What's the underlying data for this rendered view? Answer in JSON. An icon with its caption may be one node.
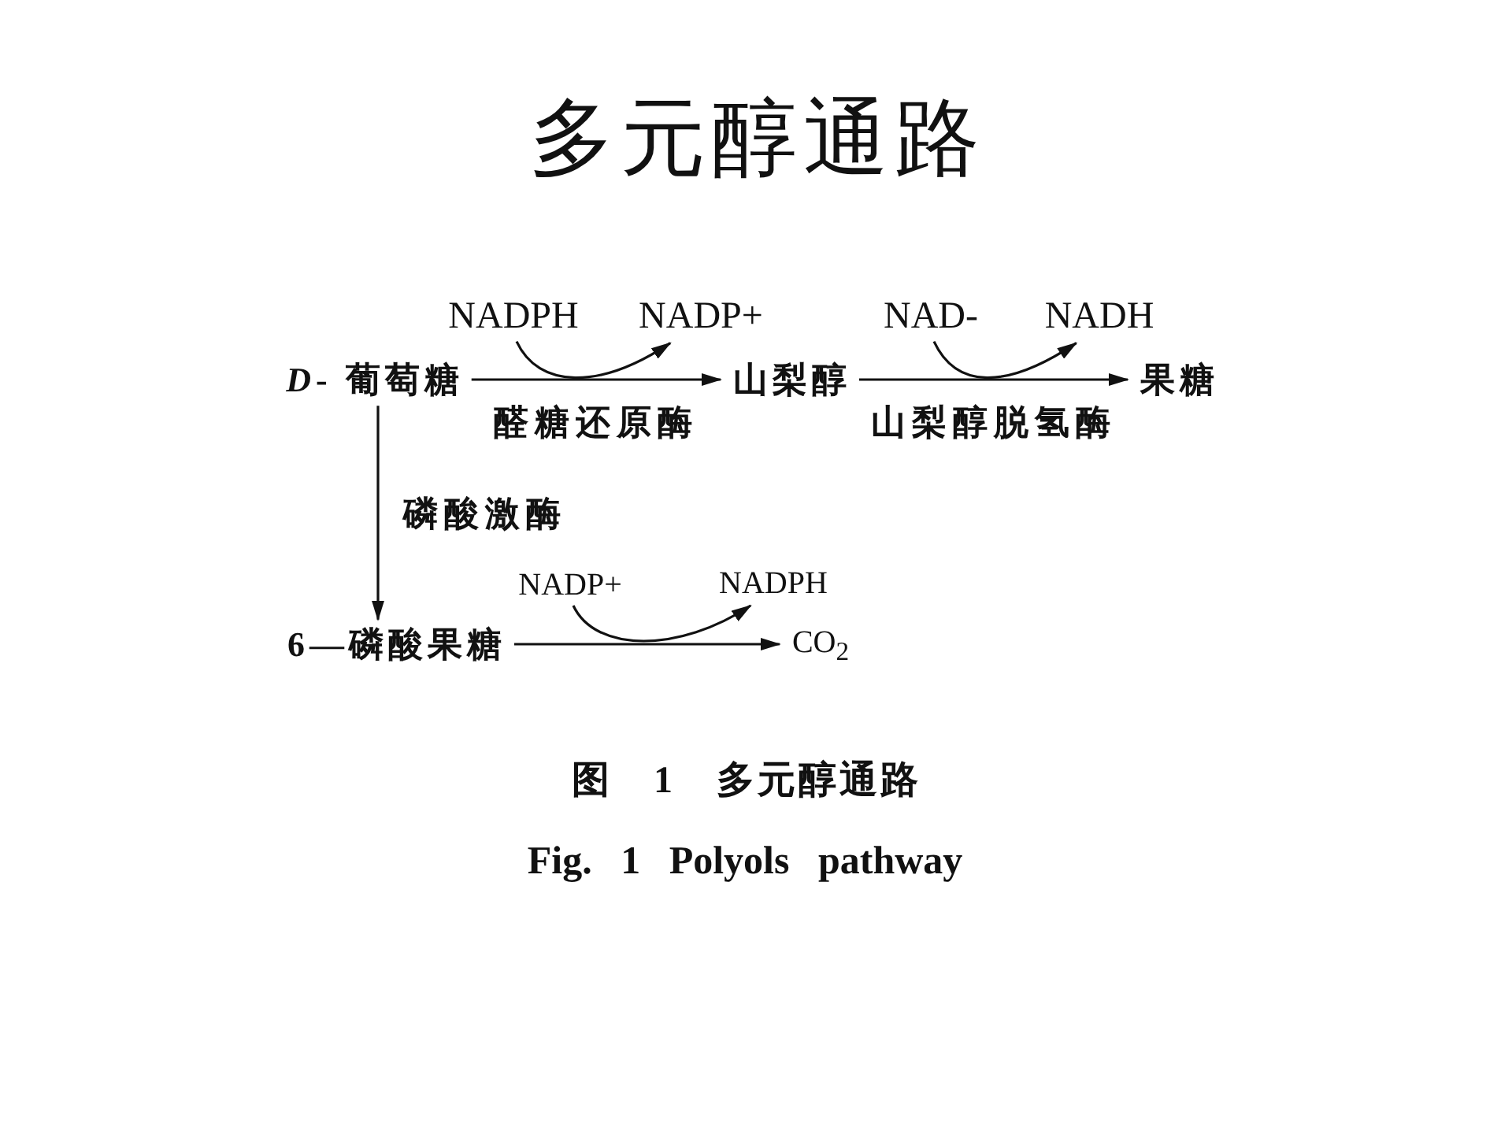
{
  "diagram": {
    "title": "多元醇通路",
    "caption": "图 1 多元醇通路",
    "nodes": [
      {
        "text": [
          "*D*- 葡萄糖"
        ]
      },
      {
        "text": [
          "山梨醇"
        ]
      },
      {
        "text": [
          "果糖"
        ]
      },
      {
        "text": [
          "6—磷酸果糖"
        ]
      },
      {
        "text": [
          "CO$_{2}$"
        ]
      },
      {
        "text": [
          "NADPH"
        ]
      },
      {
        "text": [
          "NADP+"
        ]
      },
      {
        "text": [
          "NAD-"
        ]
      },
      {
        "text": [
          "NADH"
        ]
      },
      {
        "text": [
          "NADP+"
        ]
      },
      {
        "text": [
          "NADPH"
        ]
      }
    ],
    "edges": [
      {
        "from": 0,
        "to": 1,
        "arrow": "to",
        "label": "醛糖还原酶"
      },
      {
        "from": 1,
        "to": 2,
        "arrow": "to",
        "label": "山梨醇脱氢酶"
      },
      {
        "from": 0,
        "to": 3,
        "arrow": "to",
        "label": "磷酸激酶"
      },
      {
        "from": 3,
        "to": 4,
        "arrow": "to"
      },
      {
        "from": 5,
        "to": 6,
        "arrow": "to"
      },
      {
        "from": 7,
        "to": 8,
        "arrow": "to"
      },
      {
        "from": 9,
        "to": 10,
        "arrow": "to"
      }
    ],
    "labels": [
      "Fig. 1 Polyols pathway"
    ]
  }
}
